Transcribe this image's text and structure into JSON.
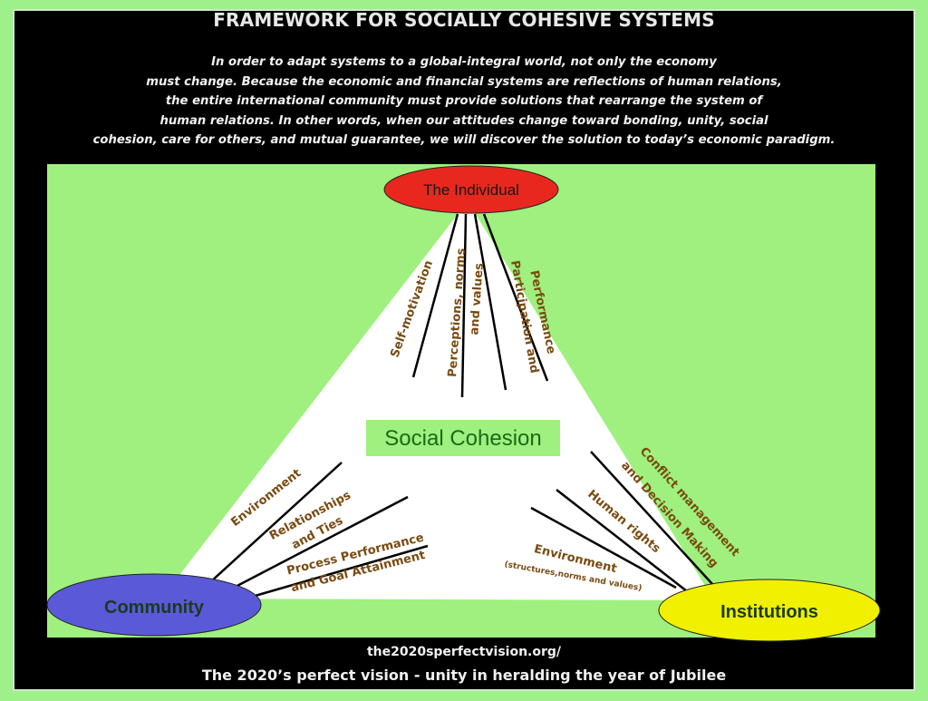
{
  "header": {
    "title": "FRAMEWORK FOR SOCIALLY COHESIVE SYSTEMS",
    "intro_lines": [
      "In order to adapt systems to a global-integral world, not only the economy",
      "must change. Because the economic and financial systems are reflections of human relations,",
      "the entire international community must provide solutions that rearrange the system of",
      "human relations. In other words, when our attitudes change toward bonding, unity, social",
      "cohesion, care for others, and mutual guarantee, we will discover the solution to today’s economic paradigm."
    ]
  },
  "diagram": {
    "center": "Social Cohesion",
    "nodes": {
      "individual": "The Individual",
      "community": "Community",
      "institutions": "Institutions"
    },
    "colors": {
      "individual": "#e8281e",
      "community": "#5a5ad8",
      "institutions": "#f0f000",
      "center_box": "#9ff07e",
      "center_text": "#1a6a1a",
      "line_text": "#7a4a10"
    },
    "individual_factors": [
      "Self-motivation",
      "Perceptions, norms",
      "and values",
      "Participation and",
      "Performance"
    ],
    "community_factors": [
      "Environment",
      "Relationships",
      "and Ties",
      "Process Performance",
      "and Goal Attainment"
    ],
    "institution_factors": [
      "Conflict management",
      "and Decision Making",
      "Human rights",
      "Environment",
      "(structures,norms and values)"
    ]
  },
  "footer": {
    "url": "the2020sperfectvision.org/",
    "tagline": "The 2020’s perfect vision - unity in heralding the year of Jubilee"
  }
}
